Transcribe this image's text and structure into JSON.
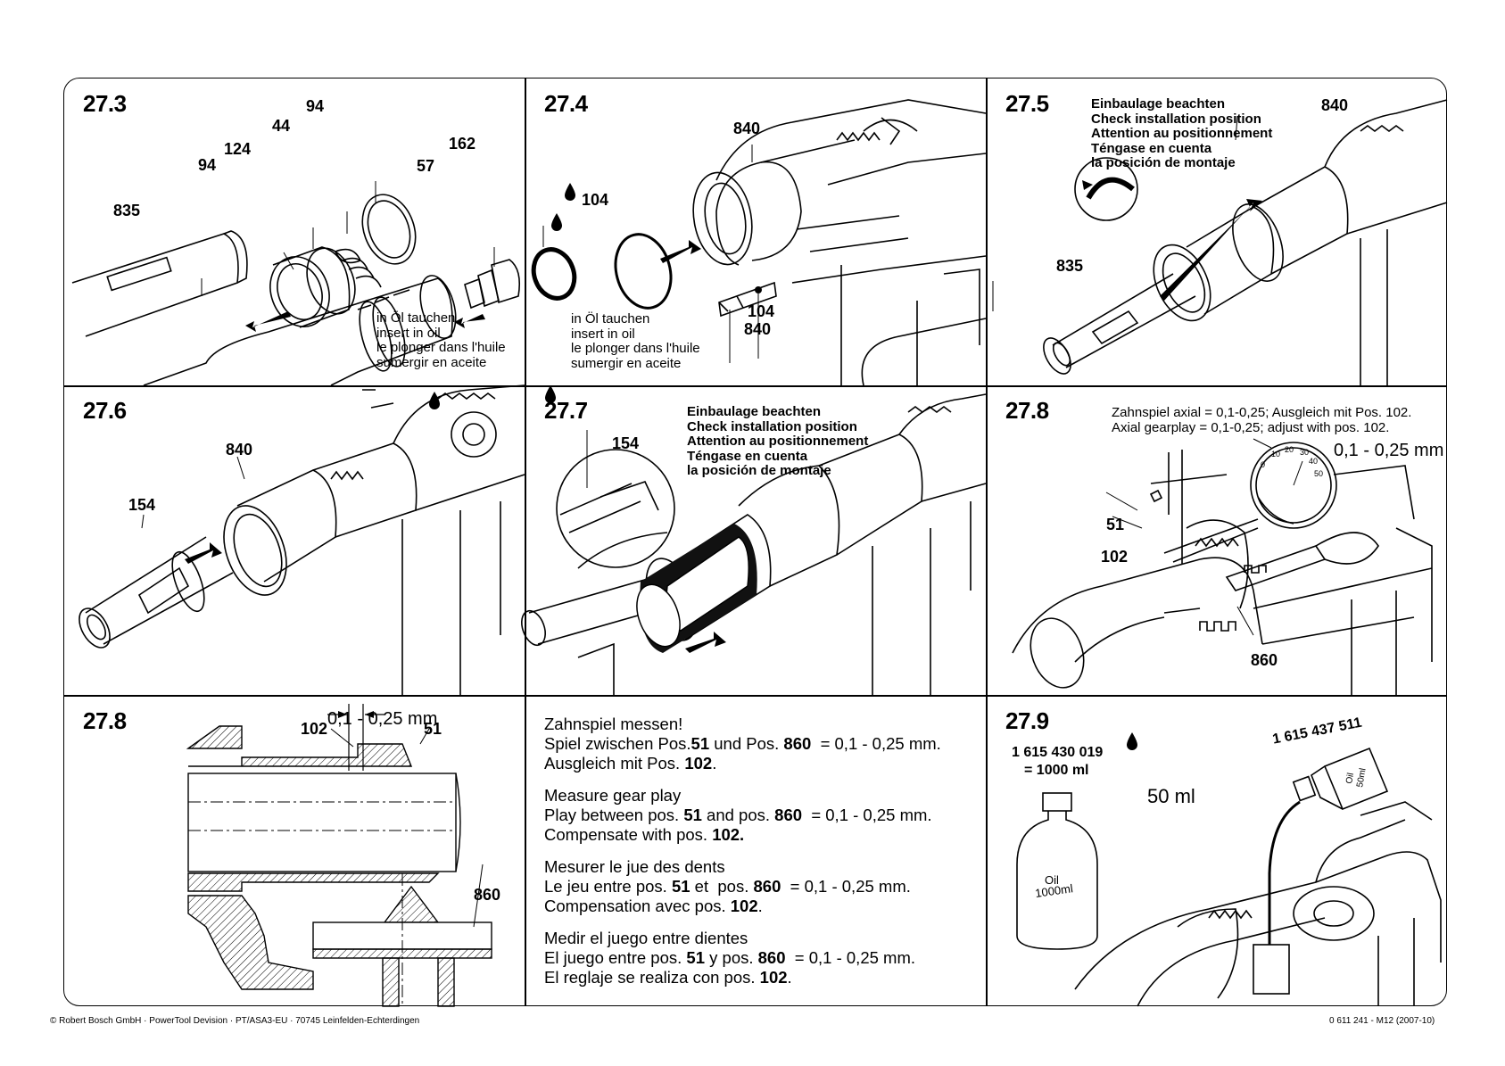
{
  "footer": {
    "left": "© Robert Bosch GmbH · PowerTool Devision · PT/ASA3-EU · 70745 Leinfelden-Echterdingen",
    "right": "0 611 241 - M12 (2007-10)"
  },
  "oil_note": [
    "in Öl tauchen",
    "insert in oil",
    "le plonger dans l'huile",
    "sumergir en aceite"
  ],
  "install_note": [
    "Einbaulage beachten",
    "Check installation position",
    "Attention au positionnement",
    "Téngase en cuenta",
    "la posición de montaje"
  ],
  "panels": {
    "p1": {
      "num": "27.3",
      "labels": {
        "a": "94",
        "b": "44",
        "c": "124",
        "d": "94",
        "e": "162",
        "f": "57",
        "g": "835"
      }
    },
    "p2": {
      "num": "27.4",
      "labels": {
        "a": "840",
        "b": "104",
        "c": "104",
        "d": "840"
      }
    },
    "p3": {
      "num": "27.5",
      "labels": {
        "a": "840",
        "b": "835"
      }
    },
    "p4": {
      "num": "27.6",
      "labels": {
        "a": "840",
        "b": "154"
      }
    },
    "p5": {
      "num": "27.7",
      "labels": {
        "a": "154"
      }
    },
    "p6": {
      "num": "27.8",
      "line1": "Zahnspiel axial = 0,1-0,25; Ausgleich mit Pos. 102.",
      "line2": "Axial gearplay  = 0,1-0,25; adjust with pos. 102.",
      "gauge": "0,1 - 0,25 mm",
      "dial": [
        "0",
        "10",
        "20",
        "30",
        "40",
        "50"
      ],
      "labels": {
        "a": "51",
        "b": "102",
        "c": "860"
      }
    },
    "p7": {
      "num": "27.8",
      "gauge": "0,1 - 0,25 mm",
      "labels": {
        "a": "102",
        "b": "51",
        "c": "860"
      }
    },
    "p8": {
      "blocks": [
        {
          "title": "Zahnspiel messen!",
          "l1a": "Spiel zwischen Pos.",
          "n1": "51",
          "l1b": " und Pos. ",
          "n2": "860",
          "l1c": "  = 0,1 - 0,25 mm.",
          "l2a": "Ausgleich mit Pos. ",
          "n3": "102",
          "l2b": "."
        },
        {
          "title": "Measure gear play",
          "l1a": "Play between pos. ",
          "n1": "51",
          "l1b": " and pos. ",
          "n2": "860",
          "l1c": "  = 0,1 - 0,25 mm.",
          "l2a": "Compensate with pos. ",
          "n3": "102.",
          "l2b": ""
        },
        {
          "title": "Mesurer le jue des dents",
          "l1a": "Le jeu entre pos. ",
          "n1": "51",
          "l1b": " et  pos. ",
          "n2": "860",
          "l1c": "  = 0,1 - 0,25 mm.",
          "l2a": "Compensation avec pos. ",
          "n3": "102",
          "l2b": "."
        },
        {
          "title": "Medir el juego entre dientes",
          "l1a": "El juego entre pos. ",
          "n1": "51",
          "l1b": " y pos. ",
          "n2": "860",
          "l1c": "  = 0,1 - 0,25 mm.",
          "l2a": "El reglaje se realiza con pos. ",
          "n3": "102",
          "l2b": "."
        }
      ]
    },
    "p9": {
      "num": "27.9",
      "part1": "1 615 430 019",
      "part1b": "= 1000 ml",
      "part2": "1 615 437 511",
      "amount": "50 ml",
      "bottle1a": "Oil",
      "bottle1b": "1000ml",
      "bottle2a": "Oil",
      "bottle2b": "50ml"
    }
  }
}
